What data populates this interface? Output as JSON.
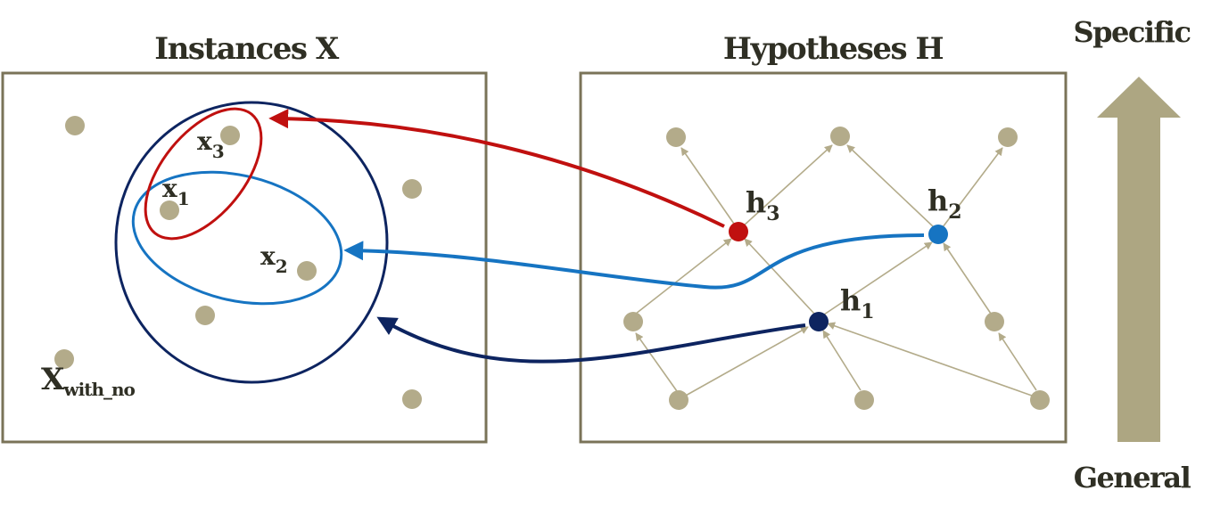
{
  "instances_panel": {
    "title": "Instances X",
    "labels": {
      "x1": {
        "main": "x",
        "sub": "1"
      },
      "x2": {
        "main": "x",
        "sub": "2"
      },
      "x3": {
        "main": "x",
        "sub": "3"
      },
      "xwithno": {
        "main": "X",
        "sub": "with_no"
      }
    }
  },
  "hypotheses_panel": {
    "title": "Hypotheses H",
    "labels": {
      "h1": {
        "main": "h",
        "sub": "1"
      },
      "h2": {
        "main": "h",
        "sub": "2"
      },
      "h3": {
        "main": "h",
        "sub": "3"
      }
    }
  },
  "generality_axis": {
    "top_label": "Specific",
    "bottom_label": "General"
  },
  "colors": {
    "box_border": "#7a7358",
    "node": "#b3ab8a",
    "lattice_line": "#b3ab8a",
    "h1": "#0d2460",
    "h2": "#1674c2",
    "h3": "#c0100f",
    "axis_arrow": "#ada682",
    "text": "#2f2f24"
  }
}
